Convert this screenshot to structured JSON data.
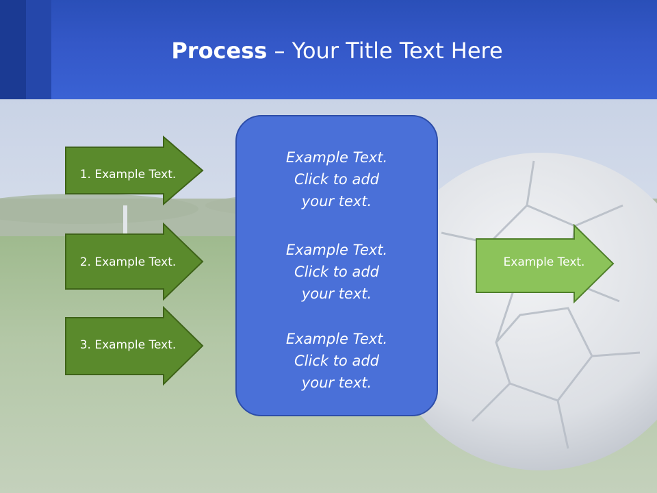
{
  "slide": {
    "title_bold": "Process",
    "title_rest": " – Your Title Text Here"
  },
  "left_arrows": [
    {
      "label": "1. Example Text."
    },
    {
      "label": "2. Example Text."
    },
    {
      "label": "3. Example Text."
    }
  ],
  "center_box": {
    "paragraphs": [
      {
        "line1": "Example Text.",
        "line2": "Click  to add",
        "line3": "your text."
      },
      {
        "line1": "Example Text.",
        "line2": "Click  to add",
        "line3": "your text."
      },
      {
        "line1": "Example Text.",
        "line2": "Click  to add",
        "line3": "your text."
      }
    ]
  },
  "right_arrow": {
    "label": "Example Text."
  },
  "colors": {
    "header_blue": "#3458c8",
    "arrow_dark_green": "#5a8a2c",
    "arrow_light_green": "#8cc35a",
    "center_box_blue": "#4a70d8"
  }
}
